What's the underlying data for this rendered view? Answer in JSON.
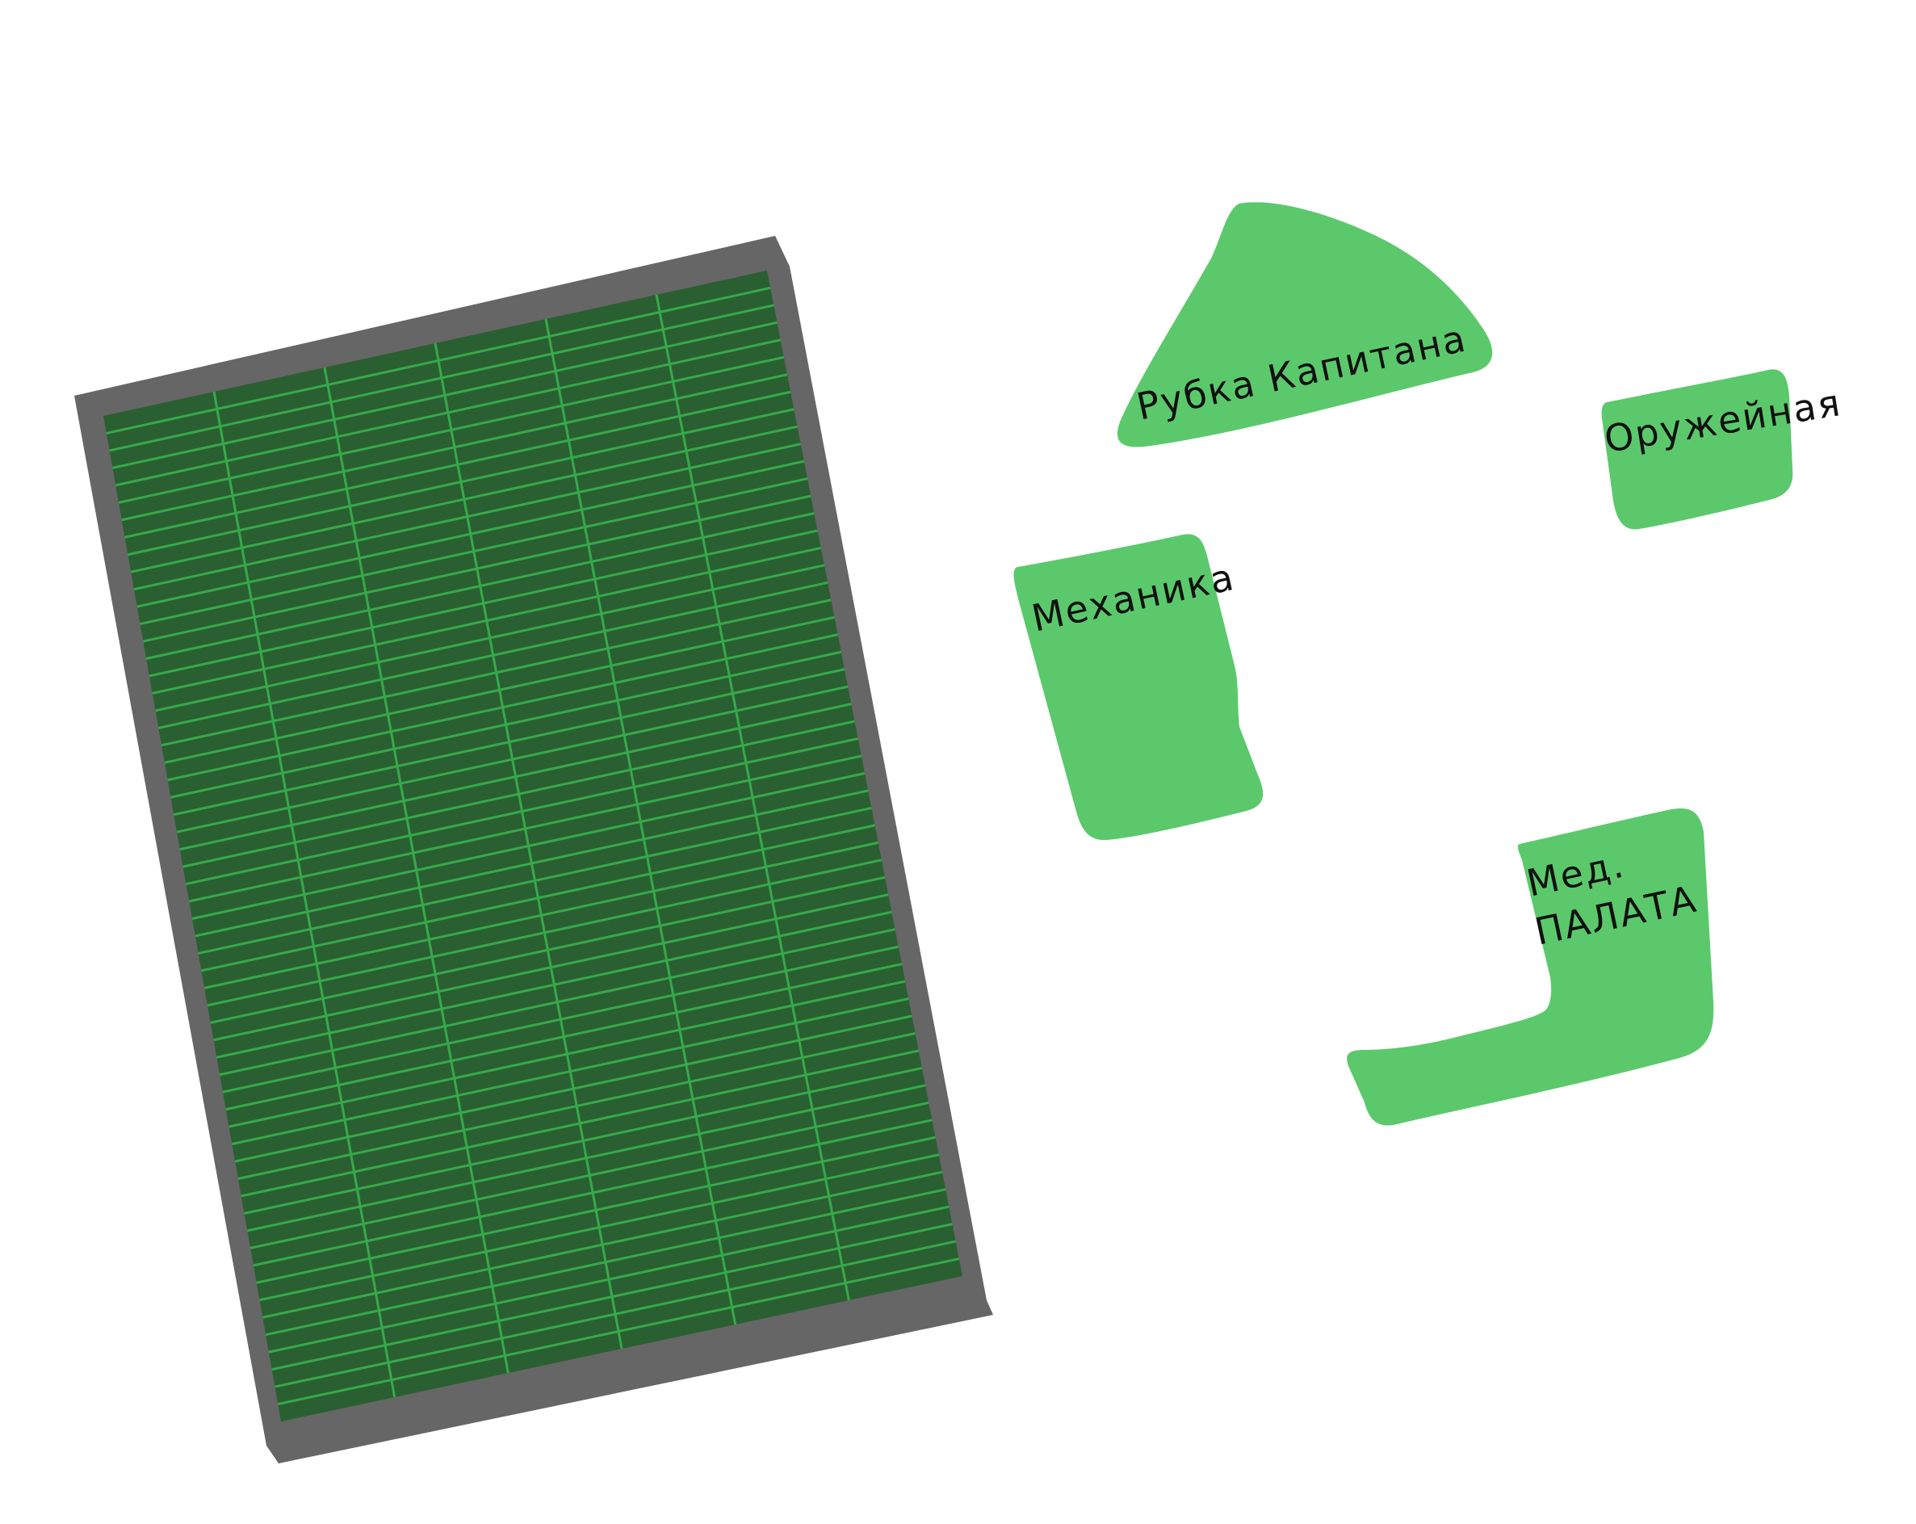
{
  "colors": {
    "background": "#ffffff",
    "frame": "#666666",
    "grid_fill": "#2a5f32",
    "grid_line": "#37a94a",
    "room_fill": "#5bc96b",
    "label": "#111111"
  },
  "grid": {
    "columns": 6,
    "rows": 58
  },
  "rooms": {
    "captain": {
      "label": "Рубка Капитана"
    },
    "armory": {
      "label": "Оружейная"
    },
    "engineering": {
      "label": "Механика"
    },
    "medbay": {
      "line1": "Мед.",
      "line2": "ПАЛАТА"
    }
  }
}
